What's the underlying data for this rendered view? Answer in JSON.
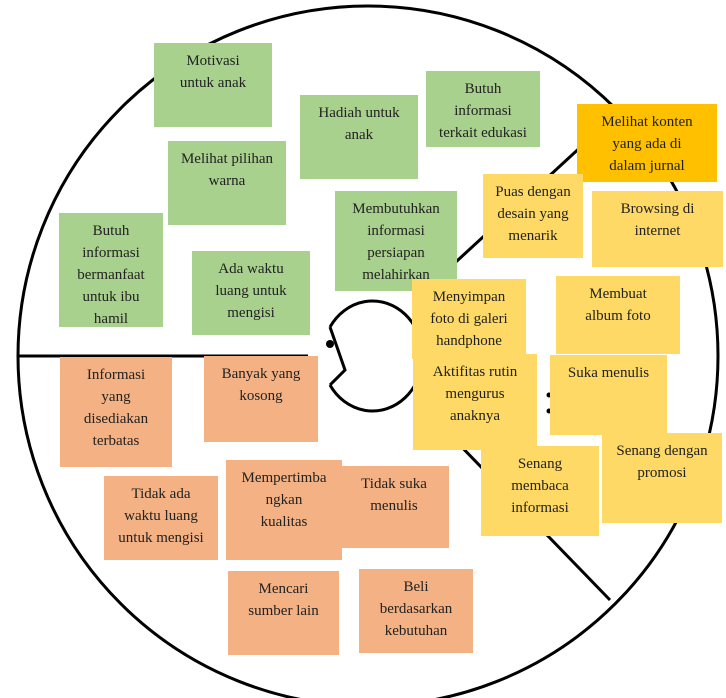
{
  "colors": {
    "green": "#a9d18e",
    "orange": "#f4b183",
    "yellow": "#ffd966",
    "amber": "#ffc000",
    "outline": "#000000"
  },
  "notes": {
    "motivasi": "Motivasi\nuntuk anak",
    "hadiah": "Hadiah untuk\nanak",
    "butuh_edukasi": "Butuh\ninformasi\nterkait edukasi\nanak",
    "pilihan_warna": "Melihat pilihan\nwarna",
    "butuh_ibu_hamil": "Butuh\ninformasi\nbermanfaat\nuntuk ibu\nhamil",
    "waktu_luang": "Ada waktu\nluang untuk\nmengisi",
    "persiapan": "Membutuhkan\ninformasi\npersiapan\nmelahirkan",
    "konten_jurnal": "Melihat konten\nyang ada di\ndalam jurnal",
    "puas_desain": "Puas dengan\ndesain yang\nmenarik",
    "browsing": "Browsing di\ninternet",
    "menyimpan_foto": "Menyimpan\nfoto di galeri\nhandphone",
    "album_foto": "Membuat\nalbum foto",
    "aktifitas": "Aktifitas rutin\nmengurus\nanaknya",
    "suka_menulis": "Suka menulis",
    "senang_membaca": "Senang\nmembaca\ninformasi",
    "senang_promosi": "Senang dengan\npromosi",
    "info_terbatas": "Informasi\nyang\ndisediakan\nterbatas",
    "banyak_kosong": "Banyak yang\nkosong",
    "tidak_ada_waktu": "Tidak ada\nwaktu luang\nuntuk mengisi",
    "mempertimbangkan": "Mempertimba\nngkan\nkualitas",
    "tidak_suka_menulis": "Tidak suka\nmenulis",
    "sumber_lain": "Mencari\nsumber lain",
    "beli": "Beli\nberdasarkan\nkebutuhan"
  }
}
